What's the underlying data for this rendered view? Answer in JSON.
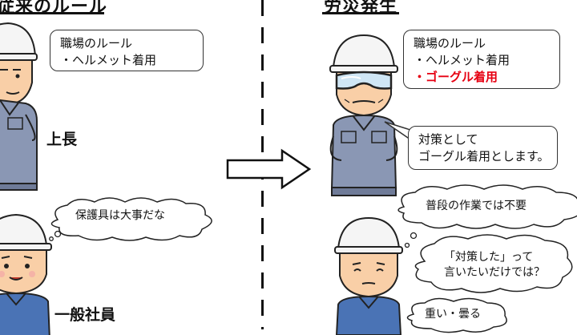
{
  "left_section": {
    "title": "従来のルール",
    "rule_box": {
      "heading": "職場のルール",
      "items": [
        "・ヘルメット着用"
      ]
    },
    "boss_label": "上長",
    "worker_label": "一般社員",
    "worker_thought": "保護具は大事だな"
  },
  "right_section": {
    "title": "労災発生",
    "rule_box": {
      "heading": "職場のルール",
      "items": [
        "・ヘルメット着用"
      ],
      "added_item": "・ゴーグル着用"
    },
    "boss_speech": [
      "対策として",
      "ゴーグル着用とします。"
    ],
    "worker_thoughts": [
      "普段の作業では不要",
      "「対策した」って",
      "言いたいだけでは？",
      "重い・曇る"
    ]
  },
  "colors": {
    "helmet": "#f5f5f5",
    "uniform": "#8a97b4",
    "worker_uniform": "#4a73b5",
    "skin": "#f9cfa7",
    "added_rule": "#e60012"
  }
}
